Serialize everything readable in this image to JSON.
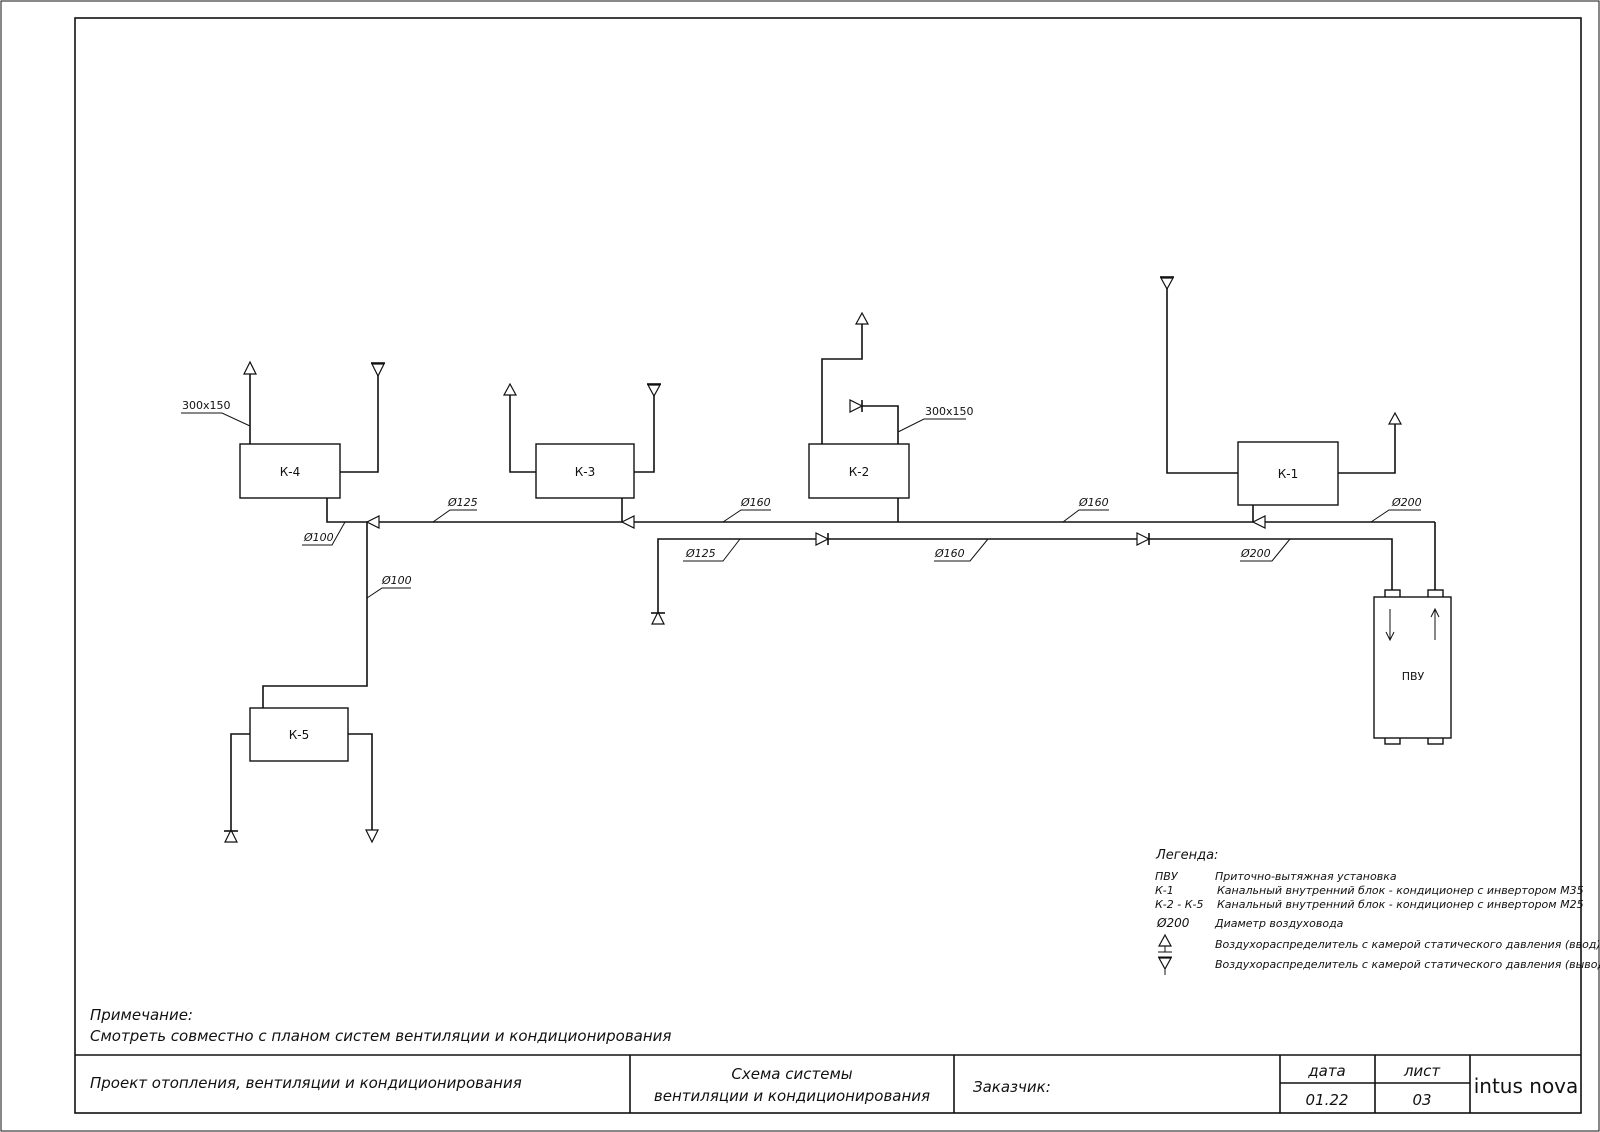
{
  "units": {
    "pvu": "ПВУ",
    "k1": "К-1",
    "k2": "К-2",
    "k3": "К-3",
    "k4": "К-4",
    "k5": "К-5"
  },
  "labels": {
    "k4_size": "300х150",
    "k2_size": "300х150",
    "d125_top": "Ø125",
    "d160_left": "Ø160",
    "d160_right": "Ø160",
    "d200_top": "Ø200",
    "d100_k4": "Ø100",
    "d100_k5": "Ø100",
    "d125_bot": "Ø125",
    "d160_bot": "Ø160",
    "d200_bot": "Ø200"
  },
  "legend": {
    "title": "Легенда:",
    "rows": [
      {
        "key": "ПВУ",
        "desc": "Приточно-вытяжная установка"
      },
      {
        "key": "К-1",
        "desc": "Канальный внутренний блок - кондиционер с инвертором М35"
      },
      {
        "key": "К-2 - К-5",
        "desc": "Канальный внутренний блок - кондиционер с инвертором М25"
      },
      {
        "key": "Ø200",
        "desc": "Диаметр воздуховода"
      },
      {
        "key": "",
        "desc": "Воздухораспределитель с камерой статического давления (ввод)"
      },
      {
        "key": "",
        "desc": "Воздухораспределитель с камерой статического давления (вывод)"
      }
    ]
  },
  "note": {
    "title": "Примечание:",
    "text": "Смотреть совместно с планом систем вентиляции и кондиционирования"
  },
  "title_block": {
    "project": "Проект отопления, вентиляции и кондиционирования",
    "scheme_line1": "Схема системы",
    "scheme_line2": "вентиляции и кондиционирования",
    "customer": "Заказчик:",
    "date_label": "дата",
    "date_value": "01.22",
    "sheet_label": "лист",
    "sheet_value": "03",
    "company": "intus nova"
  }
}
